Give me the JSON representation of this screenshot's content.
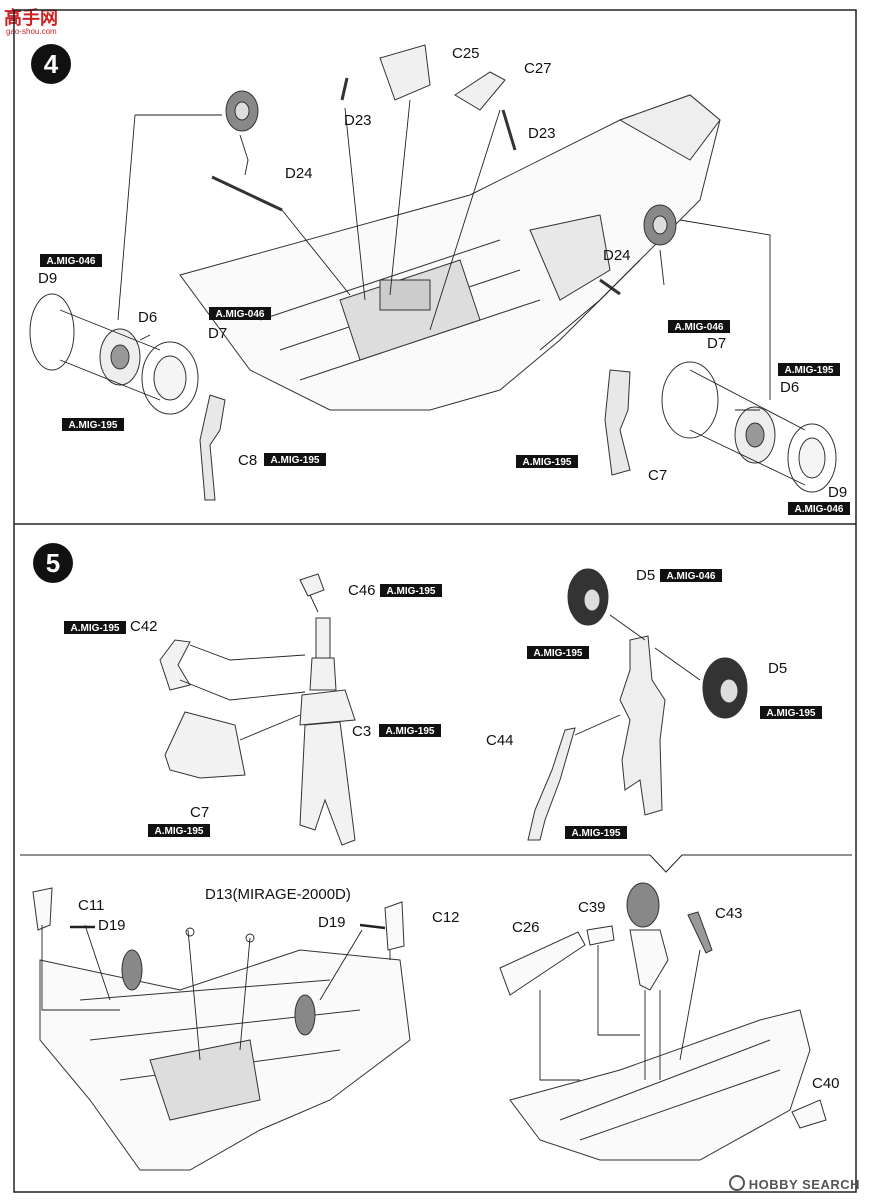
{
  "watermark": {
    "logo": "高手网",
    "site": "gao-shou.com"
  },
  "footer_watermark": "HOBBY SEARCH",
  "steps": {
    "step4": {
      "number": "4",
      "parts": [
        "C25",
        "C27",
        "D23",
        "D23",
        "D24",
        "D24",
        "D9",
        "D6",
        "D7",
        "D7",
        "D6",
        "D9",
        "C8",
        "C7"
      ],
      "badges": [
        "A.MIG-046",
        "A.MIG-046",
        "A.MIG-195",
        "A.MIG-195",
        "A.MIG-046",
        "A.MIG-195",
        "A.MIG-195",
        "A.MIG-046"
      ]
    },
    "step5": {
      "number": "5",
      "parts": [
        "C46",
        "C42",
        "C3",
        "C7",
        "D5",
        "D5",
        "C44"
      ],
      "badges": [
        "A.MIG-195",
        "A.MIG-195",
        "A.MIG-195",
        "A.MIG-195",
        "A.MIG-046",
        "A.MIG-195",
        "A.MIG-195",
        "A.MIG-195"
      ]
    },
    "step6": {
      "parts": [
        "C11",
        "D19",
        "D13(MIRAGE-2000D)",
        "D19",
        "C12",
        "C26",
        "C39",
        "C43",
        "C40"
      ]
    }
  }
}
